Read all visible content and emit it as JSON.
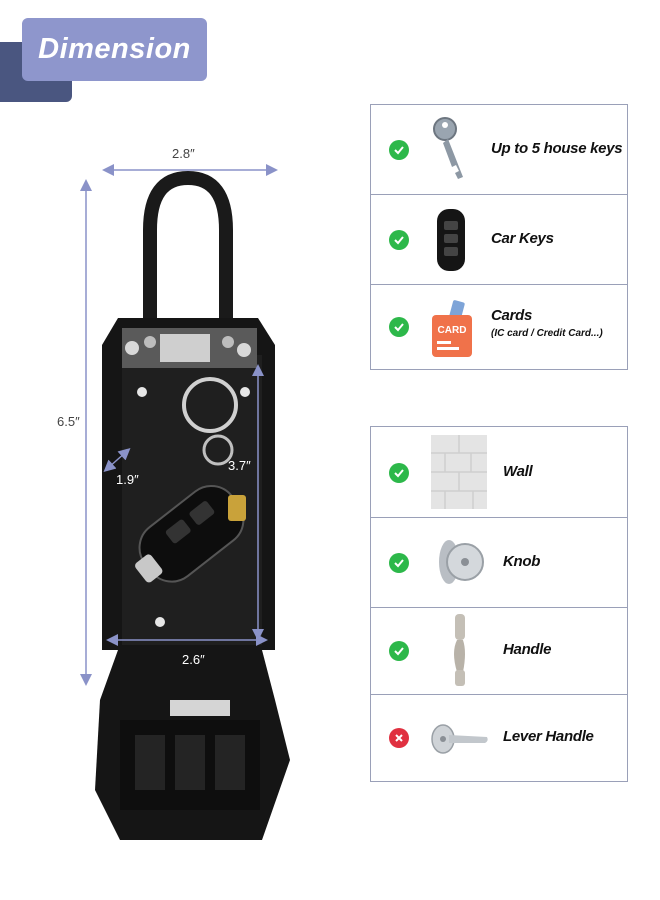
{
  "banner": {
    "title": "Dimension"
  },
  "dimensions": {
    "top_width": "2.8″",
    "height": "6.5″",
    "inner_height": "3.7″",
    "depth": "1.9″",
    "bottom_width": "2.6″"
  },
  "capacity": [
    {
      "label": "Up to 5 house keys",
      "status": "yes",
      "icon": "key-icon"
    },
    {
      "label": "Car Keys",
      "status": "yes",
      "icon": "car-remote-icon"
    },
    {
      "label": "Cards",
      "sublabel": "(IC card / Credit Card...)",
      "status": "yes",
      "icon": "card-icon",
      "card_text": "CARD"
    }
  ],
  "mounting": [
    {
      "label": "Wall",
      "status": "yes",
      "icon": "wall-texture-icon"
    },
    {
      "label": "Knob",
      "status": "yes",
      "icon": "door-knob-icon"
    },
    {
      "label": "Handle",
      "status": "yes",
      "icon": "door-handle-icon"
    },
    {
      "label": "Lever Handle",
      "status": "no",
      "icon": "lever-handle-icon"
    }
  ],
  "colors": {
    "banner": "#8e96cc",
    "banner_shadow": "#4a5680",
    "check": "#2db84a",
    "cross": "#e03040",
    "dimension_line": "#8a92c8"
  }
}
